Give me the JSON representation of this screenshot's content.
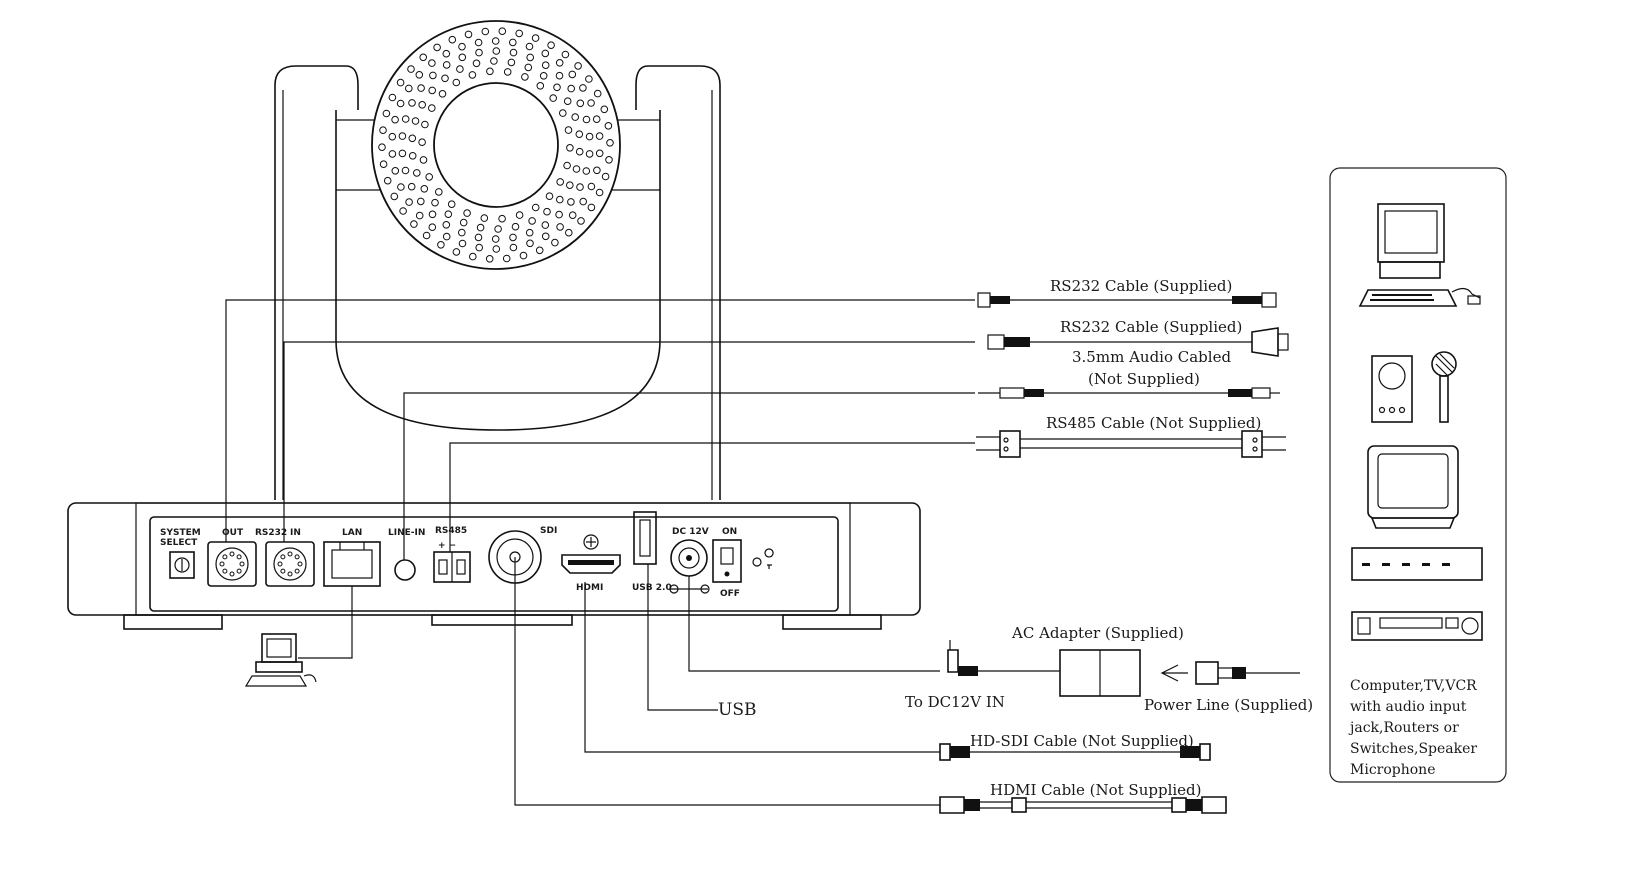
{
  "panel_labels": {
    "system_select": [
      "SYSTEM",
      "SELECT"
    ],
    "out": "OUT",
    "rs232": "RS232",
    "in": "IN",
    "lan": "LAN",
    "line_in": "LINE-IN",
    "rs485": "RS485",
    "rs485_polarity": "+  −",
    "sdi": "SDI",
    "hdmi": "HDMI",
    "usb": "USB 2.0",
    "dc12v": "DC 12V",
    "on": "ON",
    "off": "OFF"
  },
  "cables": {
    "rs232_out": "RS232 Cable (Supplied)",
    "rs232_in": "RS232 Cable (Supplied)",
    "audio_line1": "3.5mm Audio Cabled",
    "audio_line2": "(Not Supplied)",
    "rs485": "RS485 Cable (Not Supplied)",
    "ac_adapter": "AC Adapter (Supplied)",
    "to_dc12v": "To DC12V IN",
    "power_line": "Power Line (Supplied)",
    "usb": "USB",
    "hdsdi": "HD-SDI Cable (Not Supplied)",
    "hdmi": "HDMI Cable (Not Supplied)"
  },
  "side_panel": {
    "description": [
      "Computer,TV,VCR",
      "with audio input",
      "jack,Routers or",
      "Switches,Speaker",
      "Microphone"
    ]
  }
}
